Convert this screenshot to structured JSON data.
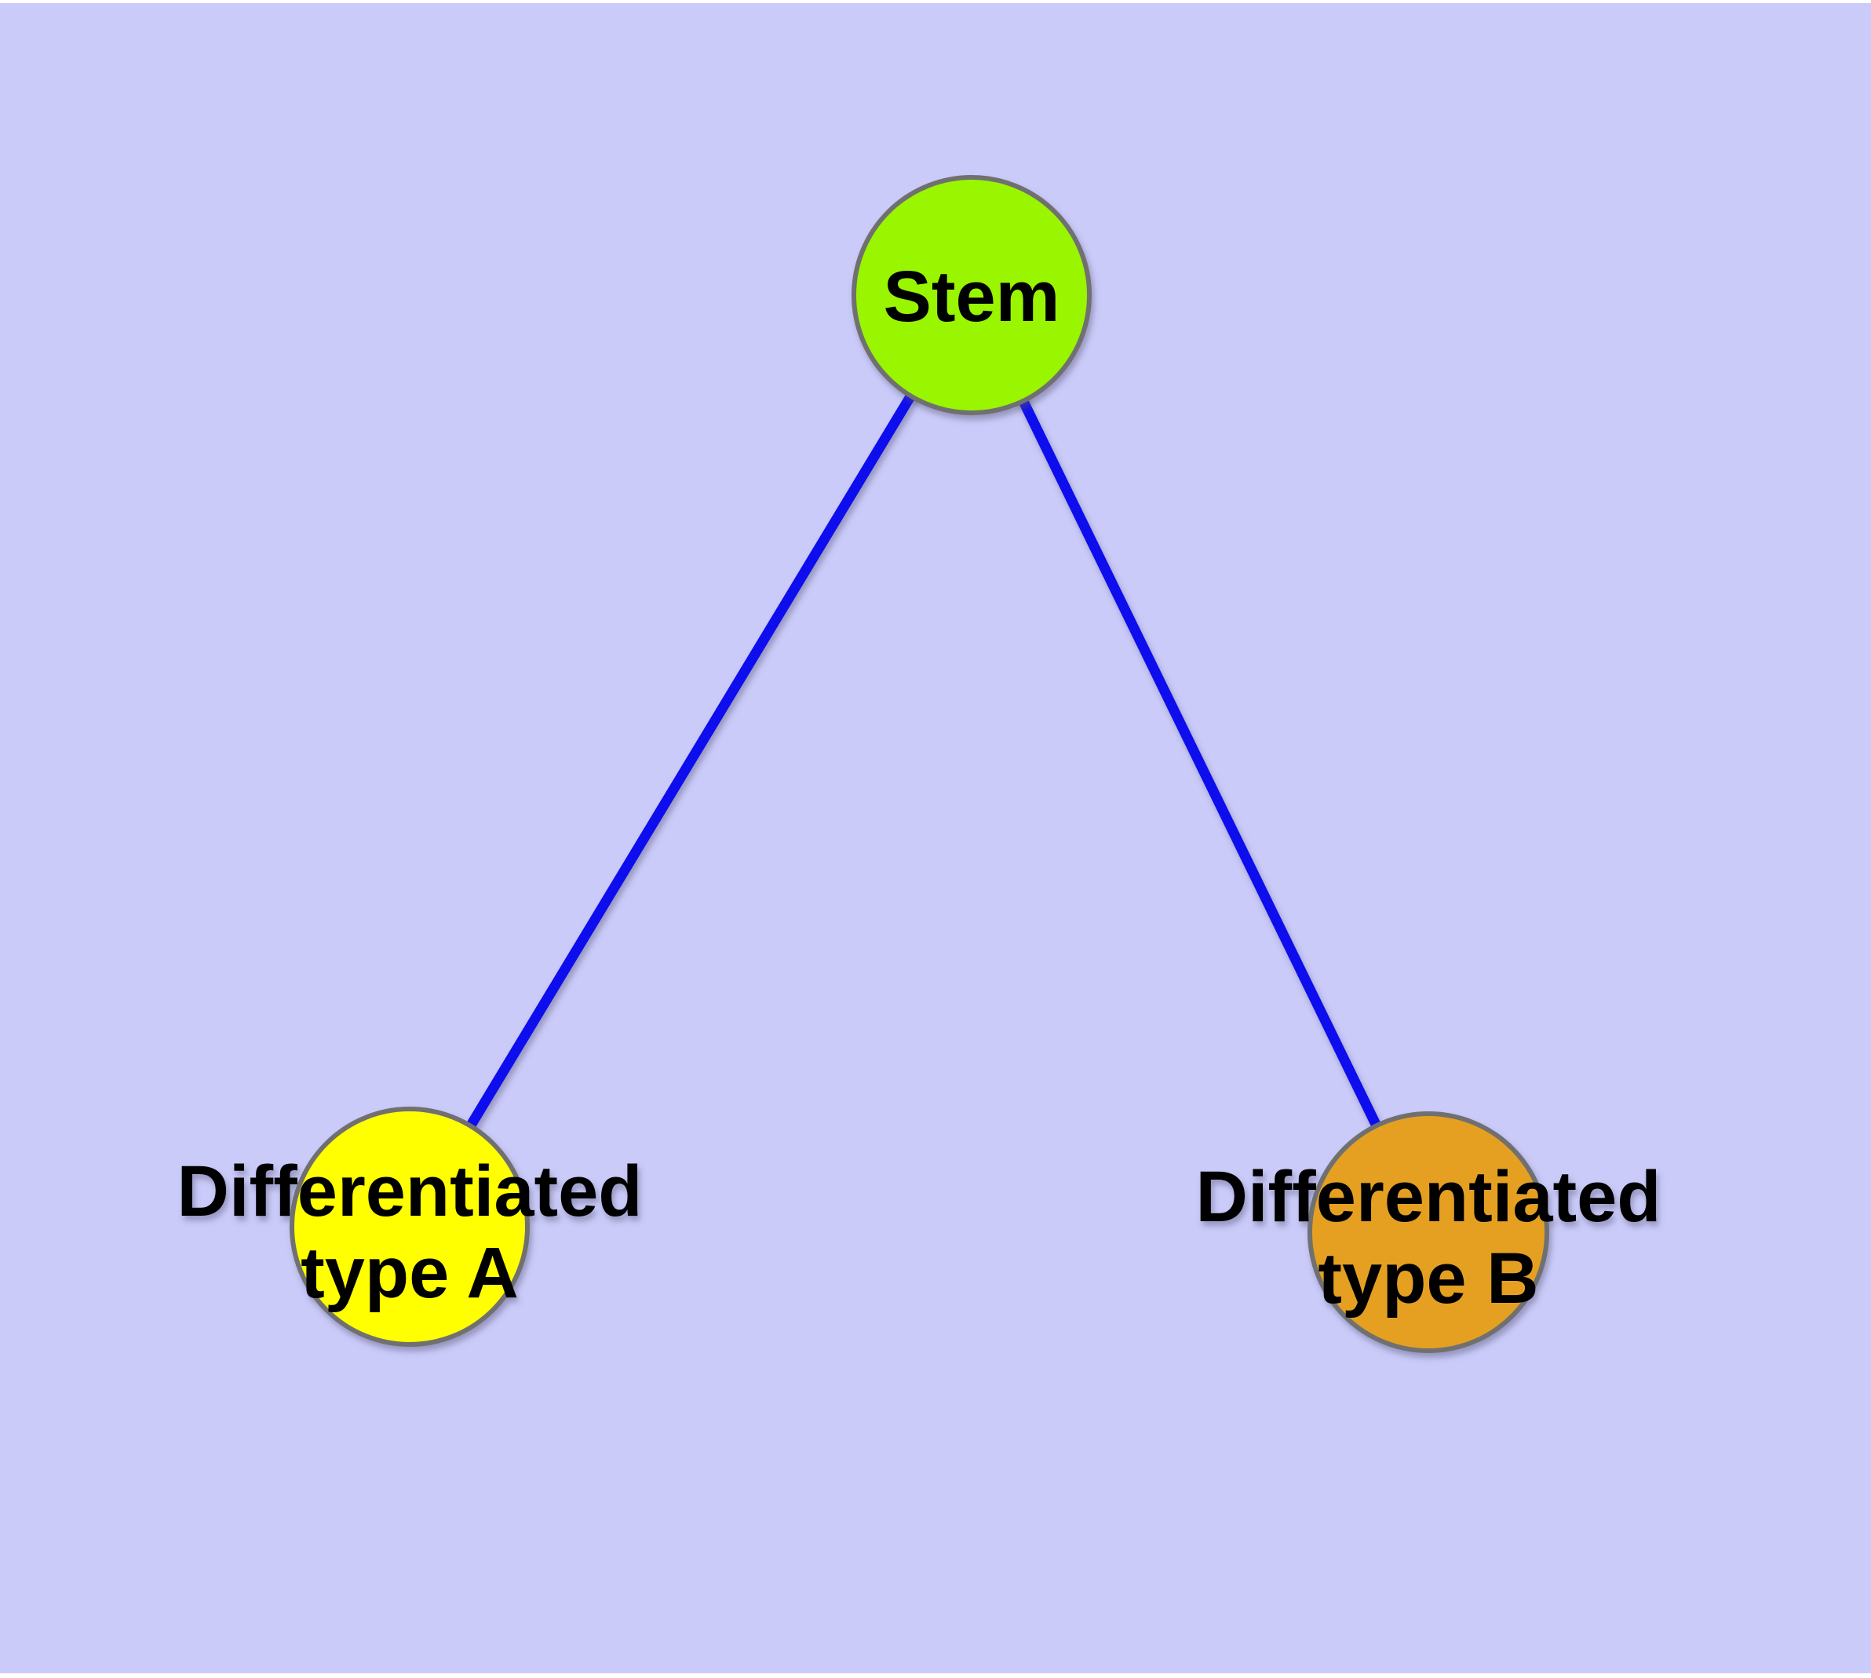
{
  "diagram": {
    "colors": {
      "page_margin": "#FFFFFF",
      "background": "#CBCBFA",
      "edge": "#0A0AEE",
      "node_border": "#707070",
      "label_text": "#000000"
    },
    "nodes": [
      {
        "id": "stem",
        "fill": "#9AF500",
        "label_lines": [
          "Stem"
        ]
      },
      {
        "id": "differentiated-type-a",
        "fill": "#FFFF00",
        "label_lines": [
          "Differentiated",
          "type A"
        ]
      },
      {
        "id": "differentiated-type-b",
        "fill": "#E5A024",
        "label_lines": [
          "Differentiated",
          "type B"
        ]
      }
    ],
    "edges": [
      {
        "from": "Stem",
        "to": "Differentiated type A"
      },
      {
        "from": "Stem",
        "to": "Differentiated type B"
      }
    ]
  }
}
